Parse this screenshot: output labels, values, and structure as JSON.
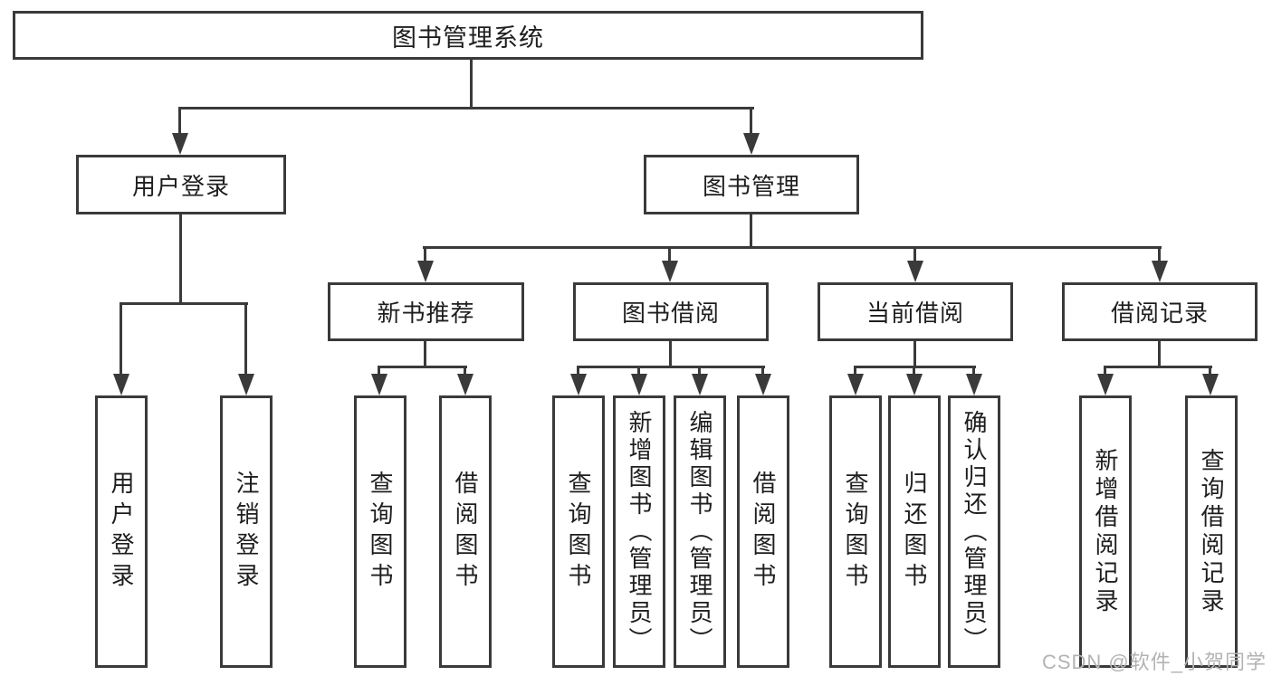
{
  "tree": {
    "root": "图书管理系统",
    "children": [
      {
        "label": "用户登录",
        "children": [
          "用户登录",
          "注销登录"
        ]
      },
      {
        "label": "图书管理",
        "children": [
          {
            "label": "新书推荐",
            "children": [
              "查询图书",
              "借阅图书"
            ]
          },
          {
            "label": "图书借阅",
            "children": [
              "查询图书",
              "新增图书（管理员）",
              "编辑图书（管理员）",
              "借阅图书"
            ]
          },
          {
            "label": "当前借阅",
            "children": [
              "查询图书",
              "归还图书",
              "确认归还（管理员）"
            ]
          },
          {
            "label": "借阅记录",
            "children": [
              "新增借阅记录",
              "查询借阅记录"
            ]
          }
        ]
      }
    ]
  },
  "watermark": {
    "text": "CSDN @软件_小贺同学"
  },
  "colors": {
    "line": "#3a3a3a",
    "text": "#1e1e1e",
    "background": "#ffffff",
    "watermark": "#b3b3b3"
  }
}
